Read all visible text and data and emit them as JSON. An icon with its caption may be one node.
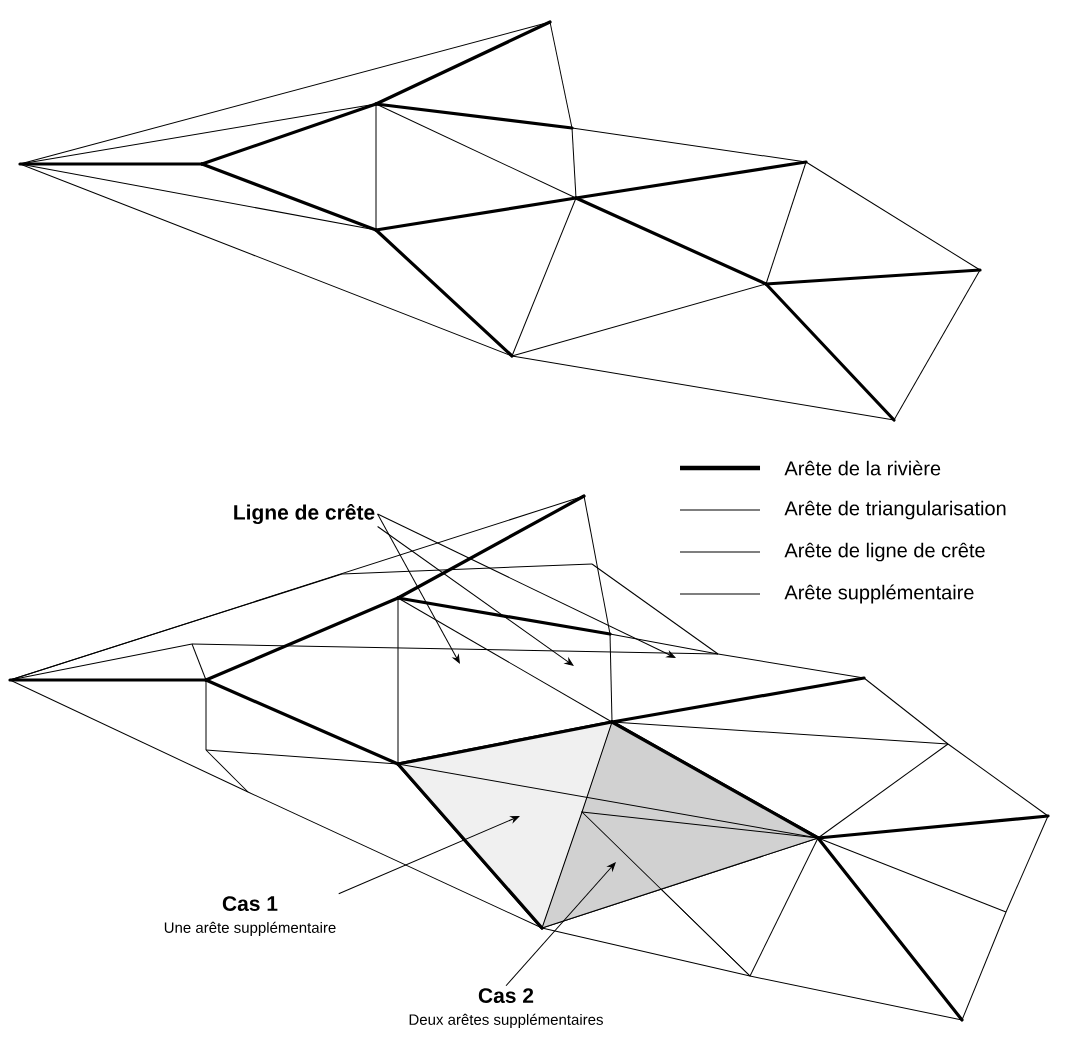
{
  "diagram": {
    "nodes": [
      {
        "text": [
          "Ligne de crête"
        ]
      },
      {
        "text": [
          "Cas 1",
          "Une arête supplémentaire"
        ]
      },
      {
        "text": [
          "Cas 2",
          "Deux arêtes supplémentaires"
        ]
      }
    ],
    "edges": [
      {
        "from": 0,
        "to": null,
        "arrow": "to"
      },
      {
        "from": 0,
        "to": null,
        "arrow": "to"
      },
      {
        "from": 0,
        "to": null,
        "arrow": "to"
      },
      {
        "from": 1,
        "to": null,
        "arrow": "to"
      },
      {
        "from": 2,
        "to": null,
        "arrow": "to"
      }
    ],
    "legend": [
      {
        "text": "Arête de la rivière"
      },
      {
        "text": "Arête de triangularisation"
      },
      {
        "text": "Arête de ligne de crête"
      },
      {
        "text": "Arête supplémentaire"
      }
    ]
  }
}
